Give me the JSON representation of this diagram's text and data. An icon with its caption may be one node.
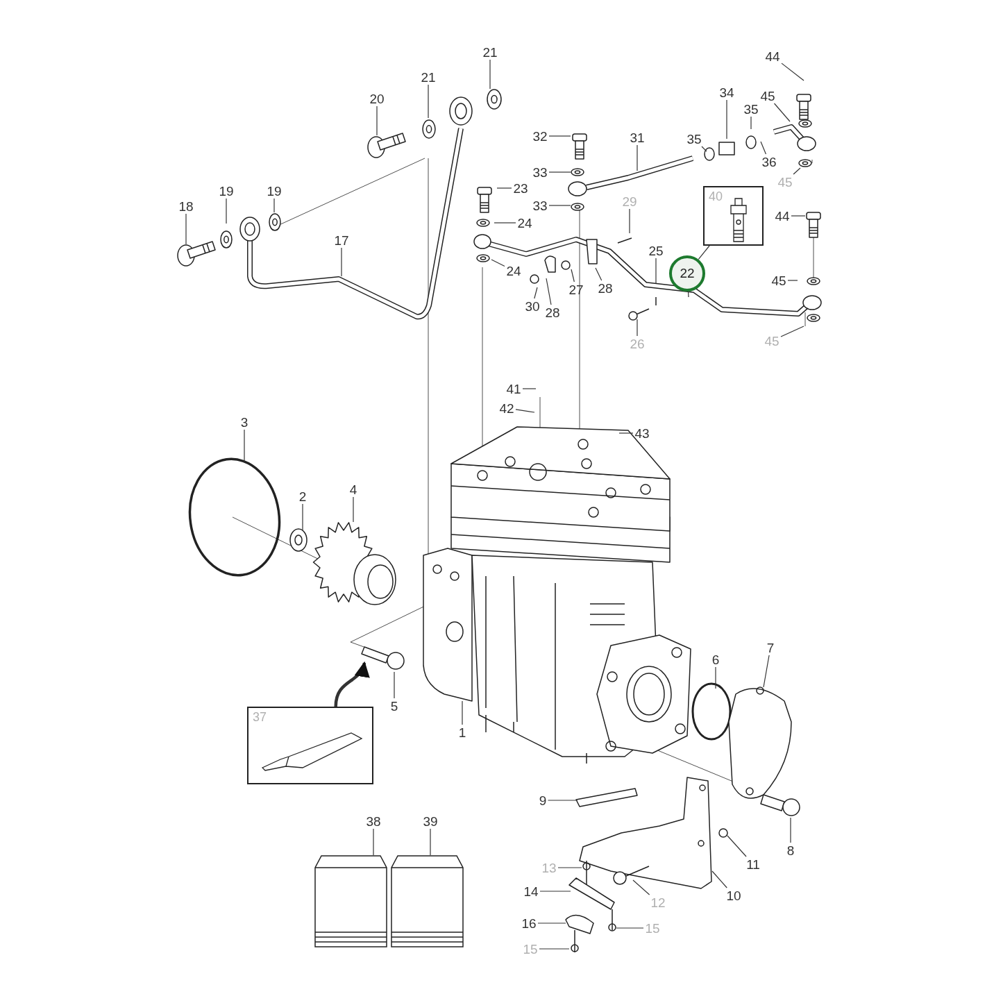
{
  "diagram": {
    "nodes": [
      {
        "text": [
          "21"
        ]
      },
      {
        "text": [
          "21"
        ]
      },
      {
        "text": [
          "20"
        ]
      },
      {
        "text": [
          "19"
        ]
      },
      {
        "text": [
          "19"
        ]
      },
      {
        "text": [
          "18"
        ]
      },
      {
        "text": [
          "17"
        ]
      },
      {
        "text": [
          "44"
        ]
      },
      {
        "text": [
          "34"
        ]
      },
      {
        "text": [
          "45"
        ]
      },
      {
        "text": [
          "35"
        ]
      },
      {
        "text": [
          "35"
        ]
      },
      {
        "text": [
          "36"
        ]
      },
      {
        "text": [
          "45"
        ]
      },
      {
        "text": [
          "32"
        ]
      },
      {
        "text": [
          "31"
        ]
      },
      {
        "text": [
          "33"
        ]
      },
      {
        "text": [
          "33"
        ]
      },
      {
        "text": [
          "23"
        ]
      },
      {
        "text": [
          "29"
        ]
      },
      {
        "text": [
          "40"
        ]
      },
      {
        "text": [
          "22"
        ]
      },
      {
        "text": [
          "44"
        ]
      },
      {
        "text": [
          "24"
        ]
      },
      {
        "text": [
          "24"
        ]
      },
      {
        "text": [
          "25"
        ]
      },
      {
        "text": [
          "27"
        ]
      },
      {
        "text": [
          "28"
        ]
      },
      {
        "text": [
          "28"
        ]
      },
      {
        "text": [
          "30"
        ]
      },
      {
        "text": [
          "26"
        ]
      },
      {
        "text": [
          "45"
        ]
      },
      {
        "text": [
          "45"
        ]
      },
      {
        "text": [
          "41"
        ]
      },
      {
        "text": [
          "42"
        ]
      },
      {
        "text": [
          "43"
        ]
      },
      {
        "text": [
          "3"
        ]
      },
      {
        "text": [
          "2"
        ]
      },
      {
        "text": [
          "4"
        ]
      },
      {
        "text": [
          "6"
        ]
      },
      {
        "text": [
          "7"
        ]
      },
      {
        "text": [
          "5"
        ]
      },
      {
        "text": [
          "1"
        ]
      },
      {
        "text": [
          "37"
        ]
      },
      {
        "text": [
          "38"
        ]
      },
      {
        "text": [
          "39"
        ]
      },
      {
        "text": [],
        "shape": "box"
      },
      {
        "text": [],
        "shape": "box"
      },
      {
        "text": [
          "9"
        ]
      },
      {
        "text": [
          "8"
        ]
      },
      {
        "text": [
          "11"
        ]
      },
      {
        "text": [
          "10"
        ]
      },
      {
        "text": [
          "13"
        ]
      },
      {
        "text": [
          "14"
        ]
      },
      {
        "text": [
          "12"
        ]
      },
      {
        "text": [
          "16"
        ]
      },
      {
        "text": [
          "15"
        ]
      },
      {
        "text": [
          "15"
        ]
      }
    ],
    "edges": [
      {
        "from": 0,
        "to": null,
        "arrow": "none"
      },
      {
        "from": 1,
        "to": null,
        "arrow": "none"
      },
      {
        "from": 2,
        "to": null,
        "arrow": "none"
      },
      {
        "from": 3,
        "to": null,
        "arrow": "none"
      },
      {
        "from": 4,
        "to": null,
        "arrow": "none"
      },
      {
        "from": 5,
        "to": null,
        "arrow": "none"
      },
      {
        "from": 6,
        "to": null,
        "arrow": "none"
      },
      {
        "from": 7,
        "to": null,
        "arrow": "none"
      },
      {
        "from": 8,
        "to": null,
        "arrow": "none"
      },
      {
        "from": 9,
        "to": null,
        "arrow": "none"
      },
      {
        "from": 10,
        "to": null,
        "arrow": "none"
      },
      {
        "from": 11,
        "to": null,
        "arrow": "none"
      },
      {
        "from": 12,
        "to": null,
        "arrow": "none"
      },
      {
        "from": 13,
        "to": null,
        "arrow": "none"
      },
      {
        "from": 14,
        "to": null,
        "arrow": "none"
      },
      {
        "from": 15,
        "to": null,
        "arrow": "none"
      },
      {
        "from": 16,
        "to": null,
        "arrow": "none"
      },
      {
        "from": 17,
        "to": null,
        "arrow": "none"
      },
      {
        "from": 18,
        "to": null,
        "arrow": "none"
      },
      {
        "from": 19,
        "to": null,
        "arrow": "none"
      },
      {
        "from": 21,
        "to": 20,
        "arrow": "none"
      },
      {
        "from": 21,
        "to": null,
        "arrow": "none"
      },
      {
        "from": 22,
        "to": null,
        "arrow": "none"
      },
      {
        "from": 23,
        "to": null,
        "arrow": "none"
      },
      {
        "from": 24,
        "to": null,
        "arrow": "none"
      },
      {
        "from": 25,
        "to": null,
        "arrow": "none"
      },
      {
        "from": 26,
        "to": null,
        "arrow": "none"
      },
      {
        "from": 27,
        "to": null,
        "arrow": "none"
      },
      {
        "from": 28,
        "to": null,
        "arrow": "none"
      },
      {
        "from": 29,
        "to": null,
        "arrow": "none"
      },
      {
        "from": 30,
        "to": null,
        "arrow": "none"
      },
      {
        "from": 31,
        "to": null,
        "arrow": "none"
      },
      {
        "from": 32,
        "to": null,
        "arrow": "none"
      },
      {
        "from": 33,
        "to": null,
        "arrow": "none"
      },
      {
        "from": 34,
        "to": null,
        "arrow": "none"
      },
      {
        "from": 35,
        "to": null,
        "arrow": "none"
      },
      {
        "from": 36,
        "to": null,
        "arrow": "none"
      },
      {
        "from": 37,
        "to": null,
        "arrow": "none"
      },
      {
        "from": 38,
        "to": null,
        "arrow": "none"
      },
      {
        "from": 39,
        "to": null,
        "arrow": "none"
      },
      {
        "from": 40,
        "to": null,
        "arrow": "none"
      },
      {
        "from": 41,
        "to": null,
        "arrow": "none"
      },
      {
        "from": 42,
        "to": null,
        "arrow": "none"
      },
      {
        "from": 43,
        "to": null,
        "arrow": "to",
        "style": "thick"
      },
      {
        "from": 44,
        "to": 46,
        "arrow": "none"
      },
      {
        "from": 45,
        "to": 47,
        "arrow": "none"
      },
      {
        "from": 48,
        "to": null,
        "arrow": "none"
      },
      {
        "from": 49,
        "to": null,
        "arrow": "none"
      },
      {
        "from": 50,
        "to": null,
        "arrow": "none"
      },
      {
        "from": 51,
        "to": null,
        "arrow": "none"
      },
      {
        "from": 52,
        "to": null,
        "arrow": "none"
      },
      {
        "from": 53,
        "to": null,
        "arrow": "none"
      },
      {
        "from": 54,
        "to": null,
        "arrow": "none"
      },
      {
        "from": 55,
        "to": null,
        "arrow": "none"
      },
      {
        "from": 56,
        "to": null,
        "arrow": "none"
      },
      {
        "from": 57,
        "to": null,
        "arrow": "none"
      }
    ]
  }
}
